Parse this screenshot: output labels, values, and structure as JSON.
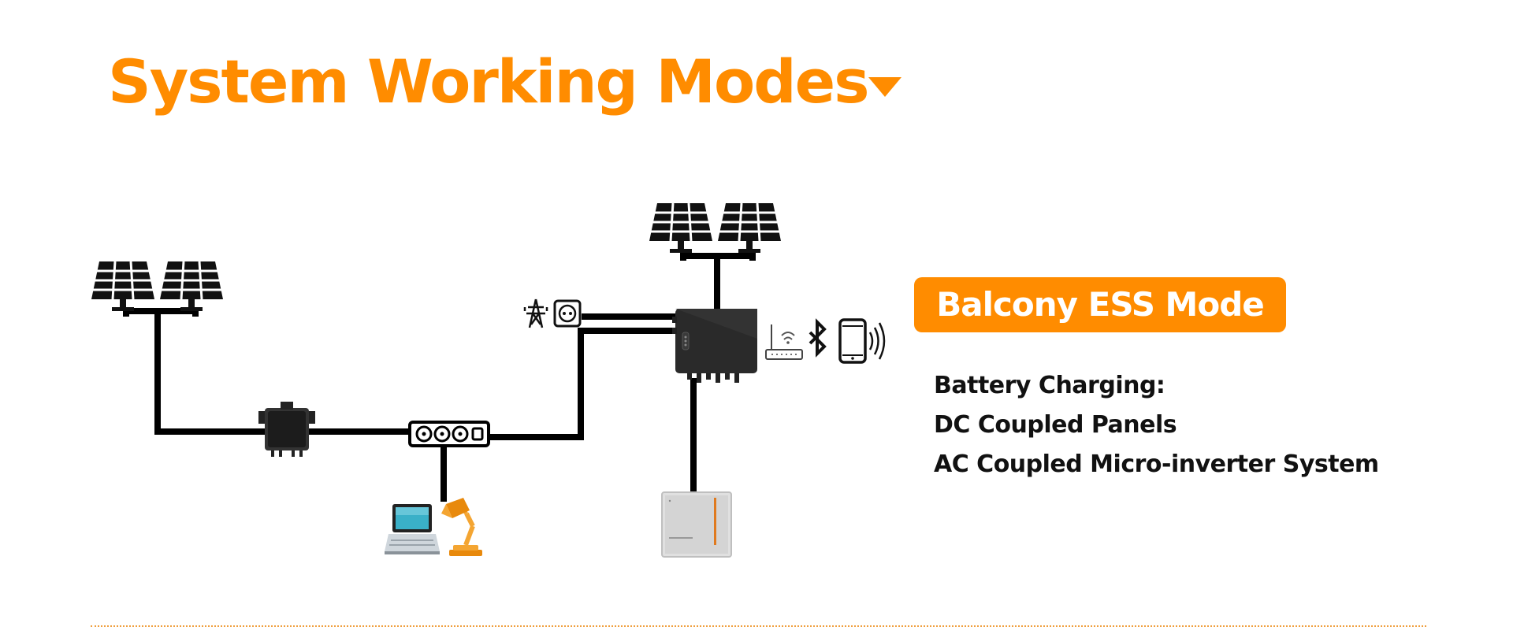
{
  "header": {
    "title": "System Working Modes",
    "caret_icon": "caret-down-icon"
  },
  "mode": {
    "name": "Balcony ESS Mode",
    "lines": [
      "Battery Charging:",
      "DC Coupled Panels",
      "AC Coupled Micro-inverter System"
    ]
  },
  "diagram": {
    "icons": [
      "solar-panel-icon",
      "micro-inverter-icon",
      "power-strip-icon",
      "laptop-icon",
      "desk-lamp-icon",
      "power-tower-icon",
      "wall-socket-icon",
      "ess-inverter-icon",
      "router-icon",
      "bluetooth-icon",
      "smartphone-icon",
      "battery-icon"
    ]
  },
  "colors": {
    "accent": "#ff8c00",
    "text": "#111111",
    "line": "#000000",
    "background": "#ffffff"
  }
}
